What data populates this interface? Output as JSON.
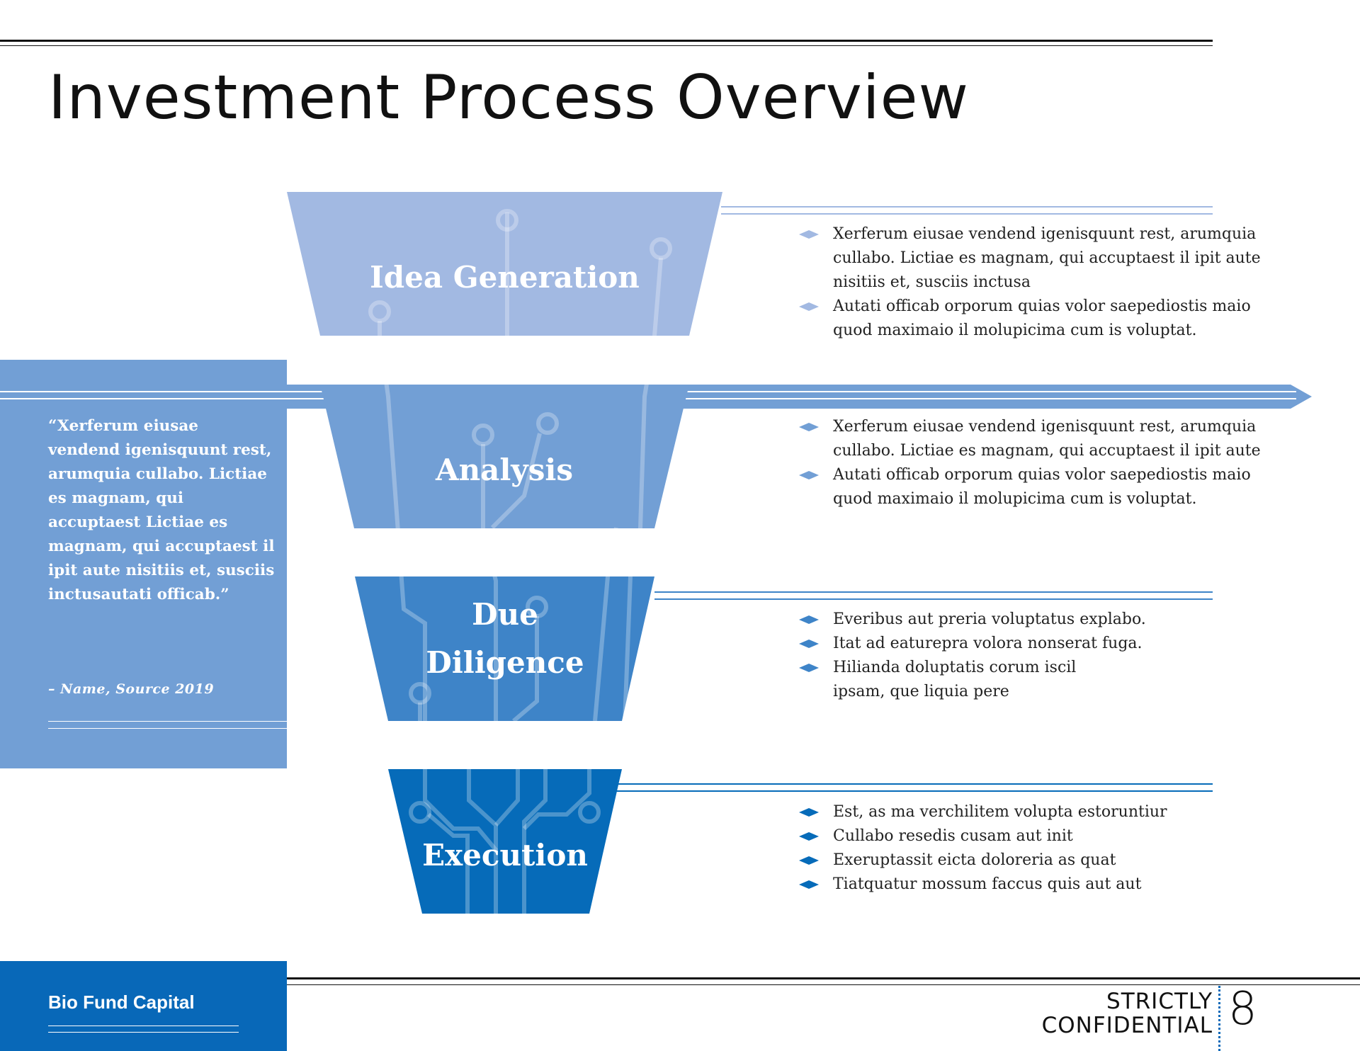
{
  "title": "Investment Process Overview",
  "stages": [
    {
      "label": "Idea Generation",
      "color": "#a2b9e2"
    },
    {
      "label": "Analysis",
      "color": "#729fd5"
    },
    {
      "label_lines": [
        "Due",
        "Diligence"
      ],
      "color": "#3e84c8"
    },
    {
      "label": "Execution",
      "color": "#066bb9"
    }
  ],
  "bullet_groups": [
    {
      "color": "#a2b9e2",
      "items": [
        "Xerferum eiusae vendend igenisquunt rest, arumquia cullabo. Lictiae es magnam, qui accuptaest il ipit aute nisitiis et, susciis inctusa",
        "Autati officab orporum quias volor saepediostis maio quod maximaio il molupicima cum is voluptat."
      ]
    },
    {
      "color": "#729fd5",
      "items": [
        "Xerferum eiusae vendend igenisquunt rest, arumquia cullabo. Lictiae es magnam, qui accuptaest il ipit aute",
        "Autati officab orporum quias volor saepediostis maio quod maximaio il molupicima cum is voluptat."
      ]
    },
    {
      "color": "#3e84c8",
      "items": [
        "Everibus aut preria voluptatus explabo.",
        "Itat ad eaturepra volora nonserat fuga.",
        "Hilianda doluptatis corum iscil ipsam, que liquia pere"
      ]
    },
    {
      "color": "#066bb9",
      "items": [
        "Est, as ma verchilitem volupta estoruntiur",
        "Cullabo resedis cusam aut init",
        "Exeruptassit eicta doloreria as quat",
        "Tiatquatur mossum faccus quis aut aut"
      ]
    }
  ],
  "quote": {
    "text": "“Xerferum eiusae vendend igenisquunt rest, arumquia cullabo. Lictiae es magnam, qui accuptaest Lictiae es magnam, qui accuptaest il ipit aute nisitiis et, susciis inctusautati officab.”",
    "source": "– Name,  Source 2019"
  },
  "footer": {
    "brand": "Bio Fund Capital",
    "confidential_line1": "STRICTLY",
    "confidential_line2": "CONFIDENTIAL",
    "page_number": "8"
  }
}
